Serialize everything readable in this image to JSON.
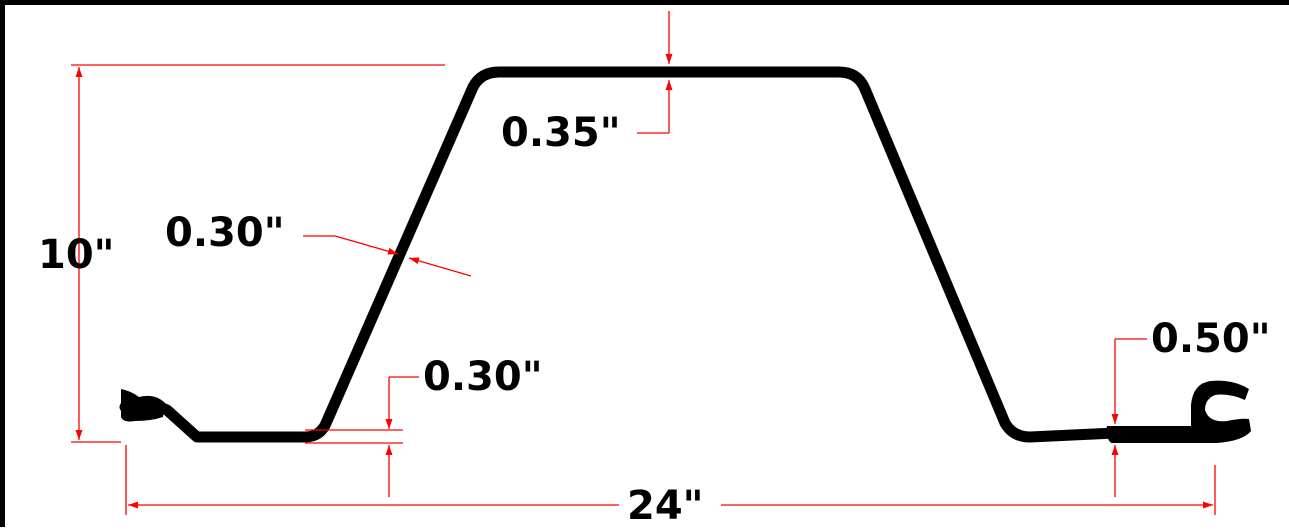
{
  "colors": {
    "profile": "#000000",
    "dimension": "#ff0000",
    "border": "#000000",
    "background": "#ffffff"
  },
  "labels": {
    "height": "10\"",
    "flange_thickness": "0.35\"",
    "web_thickness": "0.30\"",
    "pan_thickness": "0.30\"",
    "interlock_thickness": "0.50\"",
    "width": "24\""
  }
}
